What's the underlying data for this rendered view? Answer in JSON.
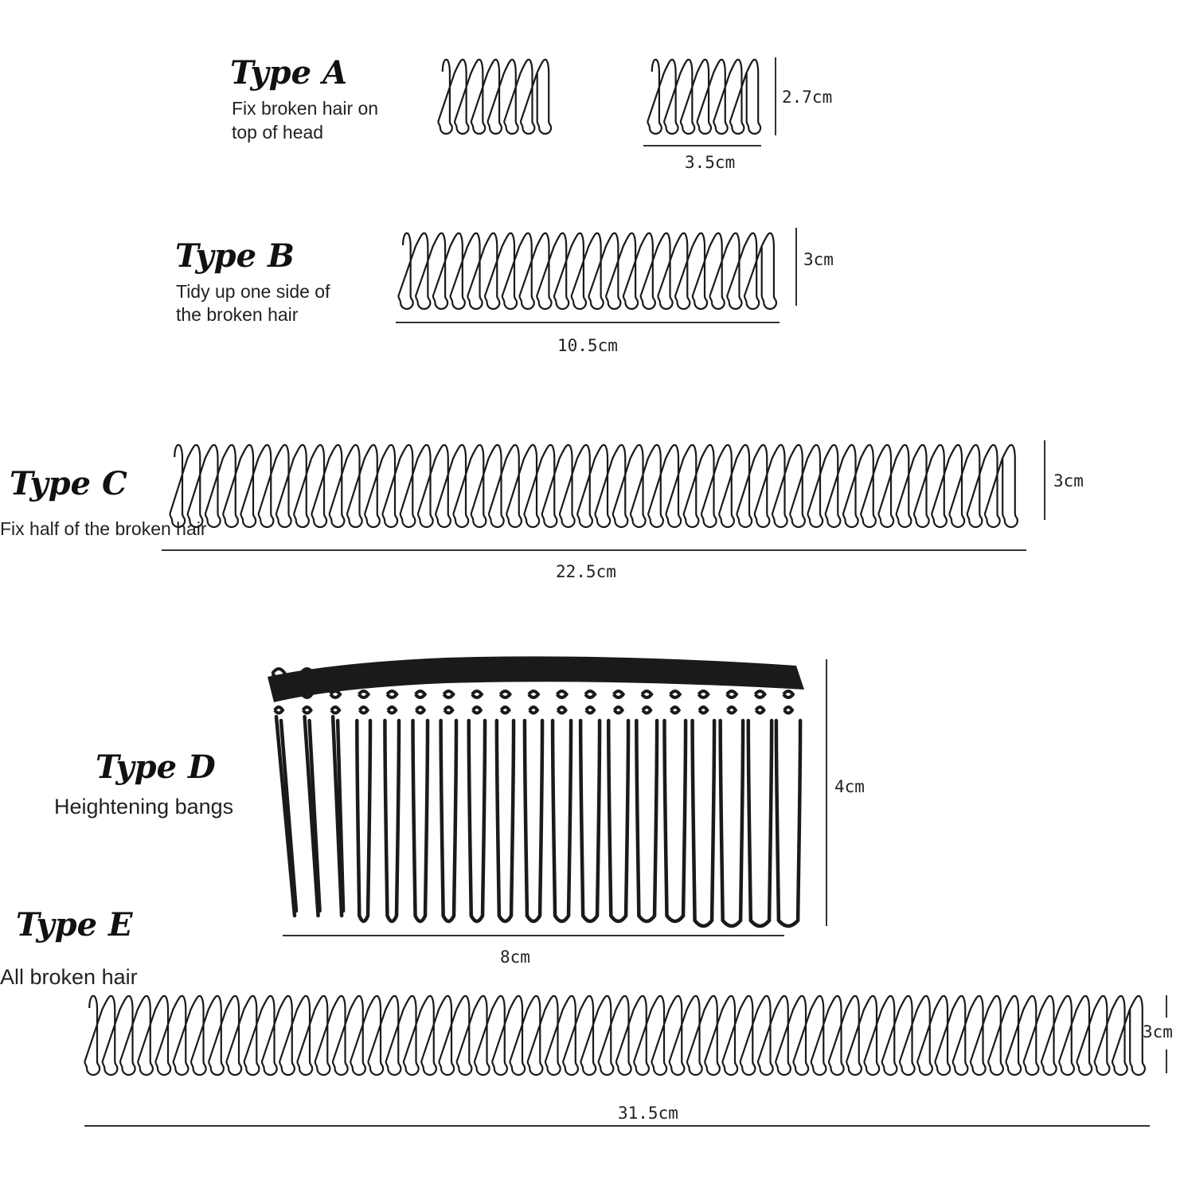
{
  "types": [
    {
      "id": "a",
      "title": "Type A",
      "description": [
        "Fix broken hair on",
        "top of head"
      ],
      "width": "3.5cm",
      "height": "2.7cm"
    },
    {
      "id": "b",
      "title": "Type B",
      "description": [
        "Tidy up one side of",
        "the broken hair"
      ],
      "width": "10.5cm",
      "height": "3cm"
    },
    {
      "id": "c",
      "title": "Type C",
      "description": [
        "Fix half of the broken hair"
      ],
      "width": "22.5cm",
      "height": "3cm"
    },
    {
      "id": "d",
      "title": "Type D",
      "description": [
        "Heightening bangs"
      ],
      "width": "8cm",
      "height": "4cm"
    },
    {
      "id": "e",
      "title": "Type E",
      "description": [
        "All broken hair"
      ],
      "width": "31.5cm",
      "height": "3cm"
    }
  ],
  "colors": {
    "wire": "#1a1a1a",
    "dimension_line": "#333333",
    "text": "#111111"
  }
}
